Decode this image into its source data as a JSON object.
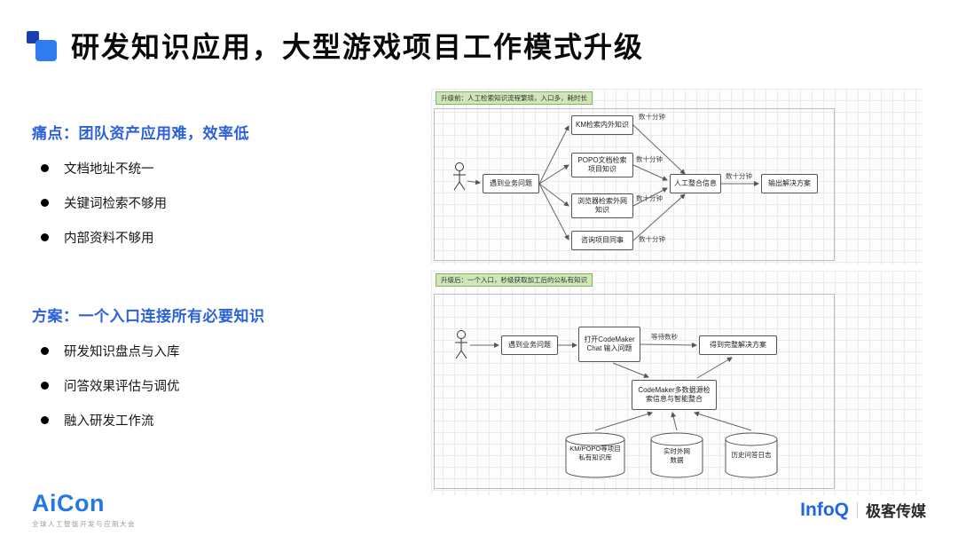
{
  "slide": {
    "title": "研发知识应用，大型游戏项目工作模式升级"
  },
  "pain": {
    "heading": "痛点：团队资产应用难，效率低",
    "items": [
      "文档地址不统一",
      "关键词检索不够用",
      "内部资料不够用"
    ]
  },
  "solution": {
    "heading": "方案：一个入口连接所有必要知识",
    "items": [
      "研发知识盘点与入库",
      "问答效果评估与调优",
      "融入研发工作流"
    ]
  },
  "diagram_before": {
    "label": "升级前：人工检索知识流程繁琐，入口多，耗时长",
    "start": "遇到业务问题",
    "branches": [
      "KM检索内外知识",
      "POPO文档检索项目知识",
      "浏览器检索外网知识",
      "咨询项目同事"
    ],
    "duration_label": "数十分钟",
    "integrate": "人工整合信息",
    "output": "输出解决方案"
  },
  "diagram_after": {
    "label": "升级后：一个入口，秒级获取加工后的公私有知识",
    "start": "遇到业务问题",
    "chat": "打开CodeMaker Chat 输入问题",
    "wait_label": "等待数秒",
    "result": "得到完整解决方案",
    "engine": "CodeMaker多数据源检索信息与智能整合",
    "datasources": [
      "KM/POPO等项目私有知识库",
      "实时外网数据",
      "历史问答日志"
    ]
  },
  "footer": {
    "logo_text": "AiCon",
    "logo_subtitle": "全球人工智能开发与应用大会",
    "partner_logo": "InfoQ",
    "partner_name": "极客传媒"
  },
  "colors": {
    "accent_blue": "#2b62d9",
    "tag_green": "#cfe6b8",
    "brand_blue": "#2577e6",
    "infoq_blue": "#2066e0"
  }
}
